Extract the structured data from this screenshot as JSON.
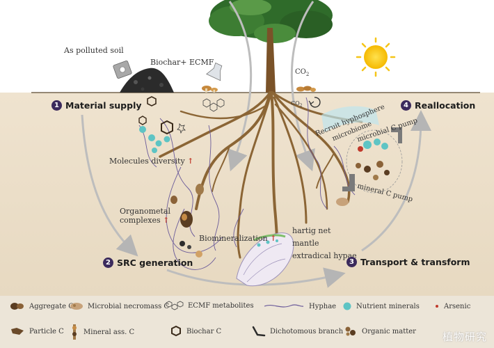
{
  "labels": {
    "polluted_soil": "As polluted soil",
    "biochar_ecmf": "Biochar+ ECMF",
    "co2_top": "CO",
    "co2_small": "CO",
    "co2_sub": "2",
    "molecules_diversity": "Molecules diversity",
    "organometal": "Organometal",
    "complexes": "complexes",
    "biomineralization": "Biomineralization",
    "hartig_net": "hartig net",
    "mantle": "mantle",
    "extradical_hypae": "extradical hypae",
    "recruit_line1": "Recruit hyphosphere",
    "recruit_line2": "microbiome",
    "microbial_c_pump": "microbial C pump",
    "mineral_c_pump": "mineral C pump"
  },
  "stages": [
    {
      "num": "1",
      "title": "Material supply"
    },
    {
      "num": "2",
      "title": "SRC generation"
    },
    {
      "num": "3",
      "title": "Transport & transform"
    },
    {
      "num": "4",
      "title": "Reallocation"
    }
  ],
  "legend": [
    {
      "icon": "aggregate-c-icon",
      "label": "Aggregate C"
    },
    {
      "icon": "microbial-necromass-icon",
      "label": "Microbial necromass C"
    },
    {
      "icon": "ecmf-metabolites-icon",
      "label": "ECMF metabolites"
    },
    {
      "icon": "hyphae-icon",
      "label": "Hyphae"
    },
    {
      "icon": "nutrient-minerals-icon",
      "label": "Nutrient minerals"
    },
    {
      "icon": "arsenic-icon",
      "label": "Arsenic"
    },
    {
      "icon": "particle-c-icon",
      "label": "Particle C"
    },
    {
      "icon": "mineral-ass-icon",
      "label": "Mineral ass. C"
    },
    {
      "icon": "biochar-c-icon",
      "label": "Biochar C"
    },
    {
      "icon": "dichotomous-branch-icon",
      "label": "Dichotomous branch"
    },
    {
      "icon": "organic-matter-icon",
      "label": "Organic matter"
    },
    {
      "icon": "watermark-icon",
      "label": ""
    }
  ],
  "watermark": "植物研究",
  "colors": {
    "stage_badge": "#3b2a5c",
    "root": "#8b6535",
    "hyphae": "#6b5b9a",
    "arrow": "#b9b9b9",
    "sun": "#f5c518",
    "nutrient": "#5ec4c4",
    "arsenic": "#c0392b"
  }
}
